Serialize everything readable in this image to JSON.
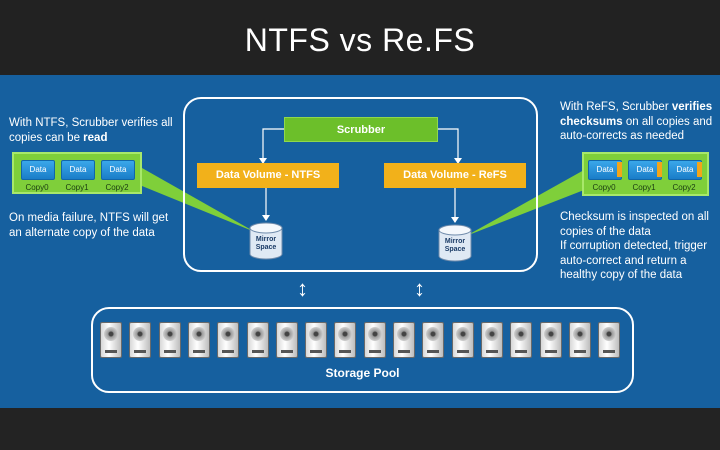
{
  "title": "NTFS vs Re.FS",
  "center": {
    "scrubber_label": "Scrubber",
    "volume_ntfs_label": "Data Volume - NTFS",
    "volume_refs_label": "Data Volume - ReFS",
    "mirror_ntfs_label": "Mirror Space",
    "mirror_refs_label": "Mirror Space"
  },
  "left": {
    "top_text_1": "With NTFS, Scrubber verifies all",
    "top_text_2": "copies can be",
    "top_text_bold": "read",
    "bottom_text_1": "On media failure, NTFS will get",
    "bottom_text_2": "an alternate copy of the data",
    "copies": [
      {
        "chip": "Data",
        "label": "Copy0"
      },
      {
        "chip": "Data",
        "label": "Copy1"
      },
      {
        "chip": "Data",
        "label": "Copy2"
      }
    ]
  },
  "right": {
    "top_text_1": "With ReFS, Scrubber",
    "top_text_bold_1": "verifies",
    "top_text_bold_2": "checksums",
    "top_text_2": "on all copies and",
    "top_text_3": "auto-corrects as needed",
    "bottom_lines": [
      "Checksum is inspected on all",
      "copies of the data",
      "If corruption detected, trigger",
      "auto-correct and return a",
      "healthy copy of the data"
    ],
    "copies": [
      {
        "chip": "Data",
        "label": "Copy0"
      },
      {
        "chip": "Data",
        "label": "Copy1"
      },
      {
        "chip": "Data",
        "label": "Copy2"
      }
    ]
  },
  "pool": {
    "label": "Storage Pool",
    "disk_count": 18
  },
  "colors": {
    "slide_bg": "#16609f",
    "scrubber_green": "#6cbf2a",
    "volume_yellow": "#f2b11a",
    "copy_panel_green": "#7fcf3a",
    "checksum_orange": "#f2a51a"
  },
  "icons": {
    "mirror": "cylinder-icon",
    "disk": "hard-disk-icon",
    "arrow": "double-arrow-vertical-icon"
  }
}
